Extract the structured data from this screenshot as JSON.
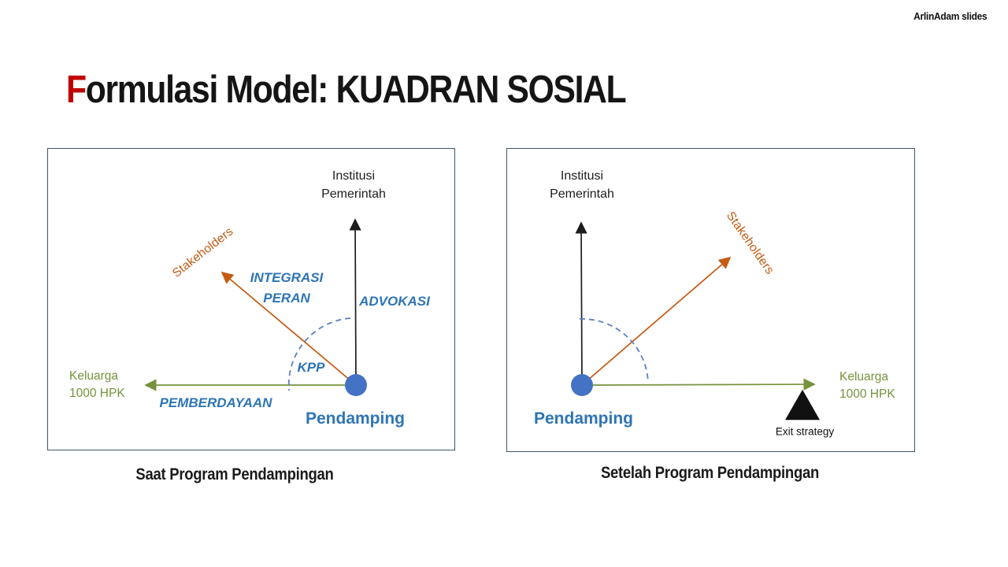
{
  "credit": "ArlinAdam slides",
  "title": {
    "lead": "F",
    "rest": "ormulasi Model: KUADRAN SOSIAL"
  },
  "colors": {
    "title_red": "#C00000",
    "panel_border": "#3E566A",
    "dot_blue": "#4472C4",
    "label_blue": "#2E75B6",
    "arc_blue": "#5B7FC4",
    "orange": "#C55A11",
    "green": "#76923C",
    "black": "#1d1d1d"
  },
  "left": {
    "caption": "Saat Program Pendampingan",
    "institusi_l1": "Institusi",
    "institusi_l2": "Pemerintah",
    "stakeholders": "Stakeholders",
    "integrasi_l1": "INTEGRASI",
    "integrasi_l2": "PERAN",
    "advokasi": "ADVOKASI",
    "kpp": "KPP",
    "keluarga_l1": "Keluarga",
    "keluarga_l2": "1000 HPK",
    "pemberdayaan": "PEMBERDAYAAN",
    "pendamping": "Pendamping"
  },
  "right": {
    "caption": "Setelah Program Pendampingan",
    "institusi_l1": "Institusi",
    "institusi_l2": "Pemerintah",
    "stakeholders": "Stakeholders",
    "keluarga_l1": "Keluarga",
    "keluarga_l2": "1000 HPK",
    "pendamping": "Pendamping",
    "exit_strategy": "Exit strategy"
  }
}
